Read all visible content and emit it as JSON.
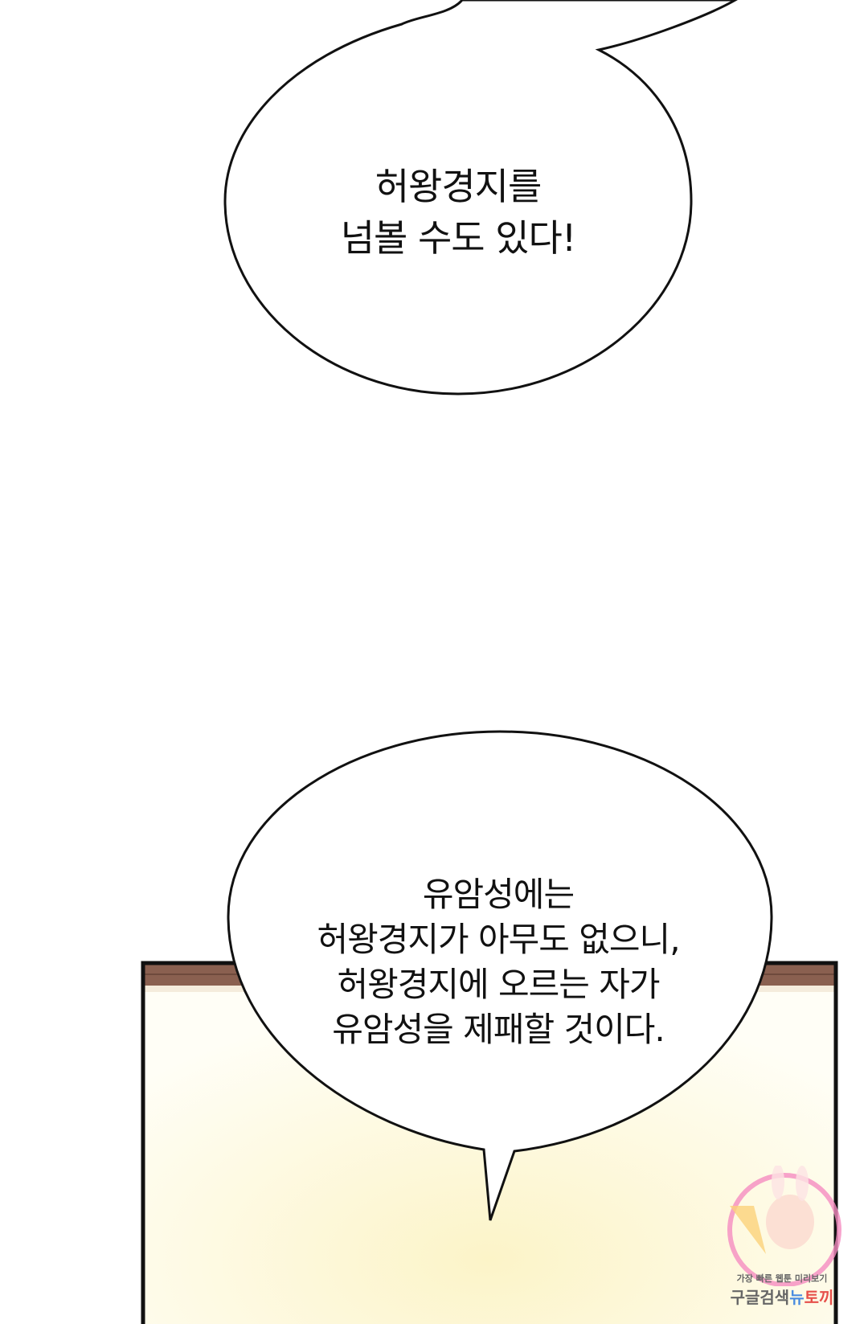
{
  "bubbles": [
    {
      "lines": [
        "허왕경지를",
        "넘볼 수도 있다!"
      ]
    },
    {
      "lines": [
        "유암성에는",
        "허왕경지가 아무도 없으니,",
        "허왕경지에 오르는 자가",
        "유암성을 제패할 것이다."
      ]
    }
  ],
  "watermark": {
    "tagline": "가장 빠른 웹툰 미리보기",
    "search": "구글검색",
    "brand_1": "뉴",
    "brand_2": "토끼"
  },
  "colors": {
    "panel_frame": "#111111",
    "wood": "#8a6050",
    "glow": "#fdf6d8"
  }
}
